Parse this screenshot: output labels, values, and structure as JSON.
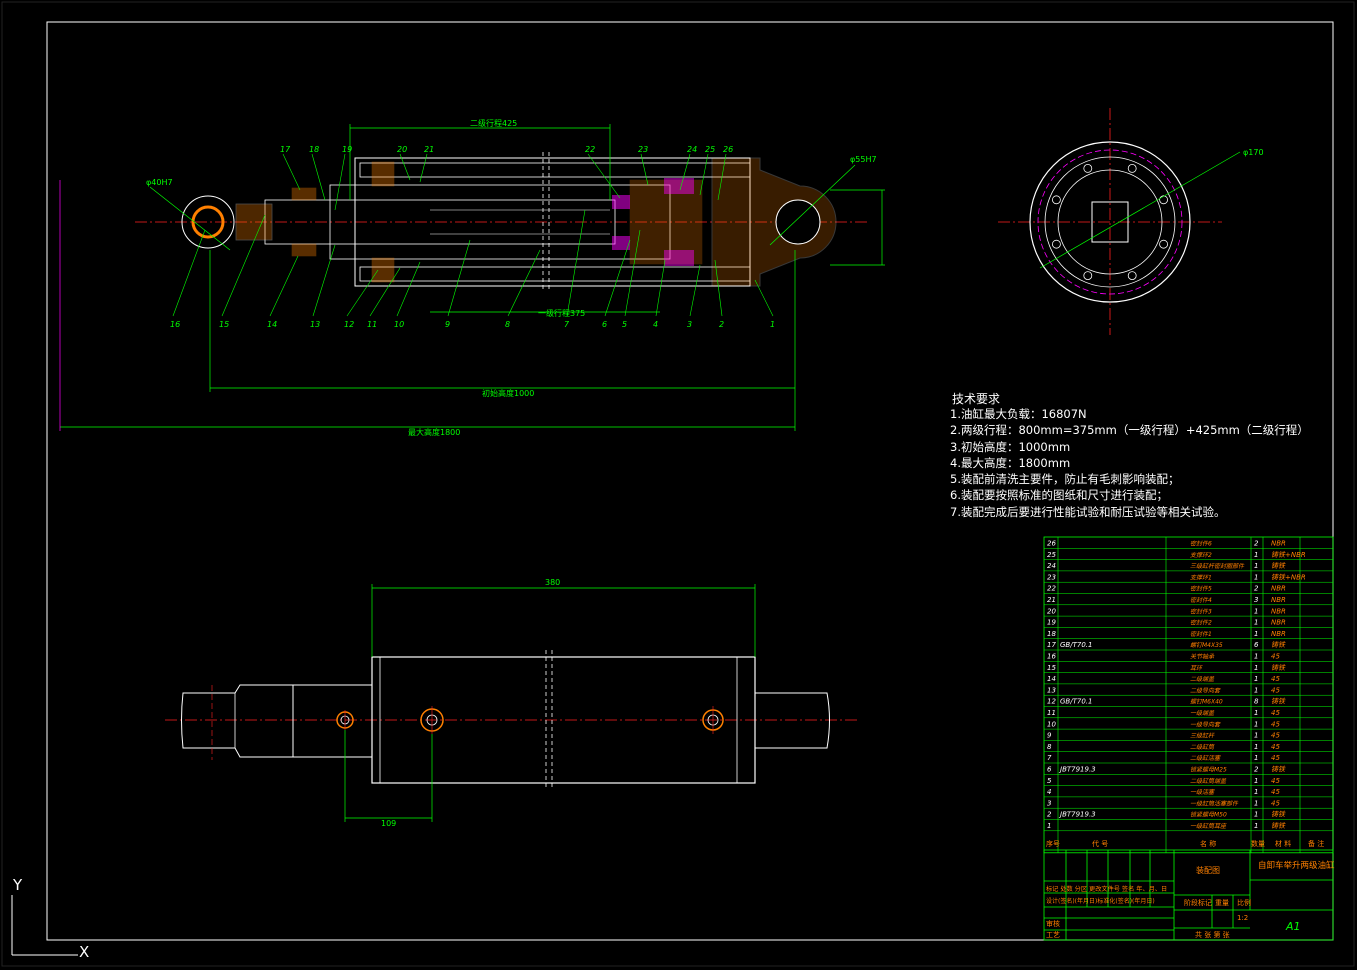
{
  "colors": {
    "background": "#000000",
    "frame": "#ffffff",
    "outline": "#ffffff",
    "centerline": "#ff2020",
    "dimension": "#00ff00",
    "hatch": "#ff8000",
    "bolt_circle": "#ff00ff",
    "seal": "#ff00ff"
  },
  "dimensions": {
    "stroke2": "二级行程425",
    "stroke1": "一级行程375",
    "initial_height": "初始高度1000",
    "max_height": "最大高度1800",
    "length_380": "380",
    "length_109": "109",
    "dia_40": "φ40H7",
    "dia_55": "φ55H7",
    "dia_170": "φ170"
  },
  "part_callouts_top": [
    "17",
    "18",
    "19",
    "20",
    "21",
    "22",
    "23",
    "24",
    "25",
    "26"
  ],
  "part_callouts_bottom": [
    "16",
    "15",
    "14",
    "13",
    "12",
    "11",
    "10",
    "9",
    "8",
    "7",
    "6",
    "5",
    "4",
    "3",
    "2",
    "1"
  ],
  "tech_requirements": {
    "title": "技术要求",
    "items": [
      "1.油缸最大负载：16807N",
      "2.两级行程：800mm=375mm（一级行程）+425mm（二级行程）",
      "3.初始高度：1000mm",
      "4.最大高度：1800mm",
      "5.装配前清洗主要件，防止有毛刺影响装配；",
      "6.装配要按照标准的图纸和尺寸进行装配；",
      "7.装配完成后要进行性能试验和耐压试验等相关试验。"
    ]
  },
  "bom": {
    "rows": [
      {
        "no": "26",
        "code": "",
        "name": "密封件6",
        "qty": "2",
        "material": "NBR"
      },
      {
        "no": "25",
        "code": "",
        "name": "支撑环2",
        "qty": "1",
        "material": "铸铁+NBR"
      },
      {
        "no": "24",
        "code": "",
        "name": "三级缸杆密封圈部件",
        "qty": "1",
        "material": "铸铁"
      },
      {
        "no": "23",
        "code": "",
        "name": "支撑环1",
        "qty": "1",
        "material": "铸铁+NBR"
      },
      {
        "no": "22",
        "code": "",
        "name": "密封件5",
        "qty": "2",
        "material": "NBR"
      },
      {
        "no": "21",
        "code": "",
        "name": "密封件4",
        "qty": "3",
        "material": "NBR"
      },
      {
        "no": "20",
        "code": "",
        "name": "密封件3",
        "qty": "1",
        "material": "NBR"
      },
      {
        "no": "19",
        "code": "",
        "name": "密封件2",
        "qty": "1",
        "material": "NBR"
      },
      {
        "no": "18",
        "code": "",
        "name": "密封件1",
        "qty": "1",
        "material": "NBR"
      },
      {
        "no": "17",
        "code": "GB/T70.1",
        "name": "螺钉M4X35",
        "qty": "6",
        "material": "铸铁"
      },
      {
        "no": "16",
        "code": "",
        "name": "关节轴承",
        "qty": "1",
        "material": "45"
      },
      {
        "no": "15",
        "code": "",
        "name": "耳环",
        "qty": "1",
        "material": "铸铁"
      },
      {
        "no": "14",
        "code": "",
        "name": "二级端盖",
        "qty": "1",
        "material": "45"
      },
      {
        "no": "13",
        "code": "",
        "name": "二级导向套",
        "qty": "1",
        "material": "45"
      },
      {
        "no": "12",
        "code": "GB/T70.1",
        "name": "螺钉M6X40",
        "qty": "8",
        "material": "铸铁"
      },
      {
        "no": "11",
        "code": "",
        "name": "一级端盖",
        "qty": "1",
        "material": "45"
      },
      {
        "no": "10",
        "code": "",
        "name": "一级导向套",
        "qty": "1",
        "material": "45"
      },
      {
        "no": "9",
        "code": "",
        "name": "三级缸杆",
        "qty": "1",
        "material": "45"
      },
      {
        "no": "8",
        "code": "",
        "name": "二级缸筒",
        "qty": "1",
        "material": "45"
      },
      {
        "no": "7",
        "code": "",
        "name": "二级缸活塞",
        "qty": "1",
        "material": "45"
      },
      {
        "no": "6",
        "code": "JBT7919.3",
        "name": "锁紧螺母M25",
        "qty": "2",
        "material": "铸铁"
      },
      {
        "no": "5",
        "code": "",
        "name": "二级缸筒端盖",
        "qty": "1",
        "material": "45"
      },
      {
        "no": "4",
        "code": "",
        "name": "一级活塞",
        "qty": "1",
        "material": "45"
      },
      {
        "no": "3",
        "code": "",
        "name": "一级缸筒活塞部件",
        "qty": "1",
        "material": "45"
      },
      {
        "no": "2",
        "code": "JBT7919.3",
        "name": "锁紧螺母M50",
        "qty": "1",
        "material": "铸铁"
      },
      {
        "no": "1",
        "code": "",
        "name": "一级缸筒耳座",
        "qty": "1",
        "material": "铸铁"
      }
    ],
    "header": {
      "no": "序号",
      "code": "代  号",
      "name": "名  称",
      "qty": "数量",
      "material": "材  料",
      "remark": "备  注"
    }
  },
  "title_block": {
    "drawing_title": "自卸车举升两级油缸",
    "drawing_name": "装配图",
    "scale": "1:2",
    "sheet_size": "A1",
    "labels": {
      "mark_row": "标记 处数 分区 更改文件号 签名 年、月、日",
      "design_row": "设计(签名)(年月日)标准化(签名)(年月日)",
      "stage": "阶段标记",
      "weight": "重量",
      "ratio": "比例",
      "review": "审核",
      "process": "工艺",
      "sheets": "共  张  第  张"
    }
  },
  "ucs": {
    "y": "Y",
    "x": "X"
  }
}
